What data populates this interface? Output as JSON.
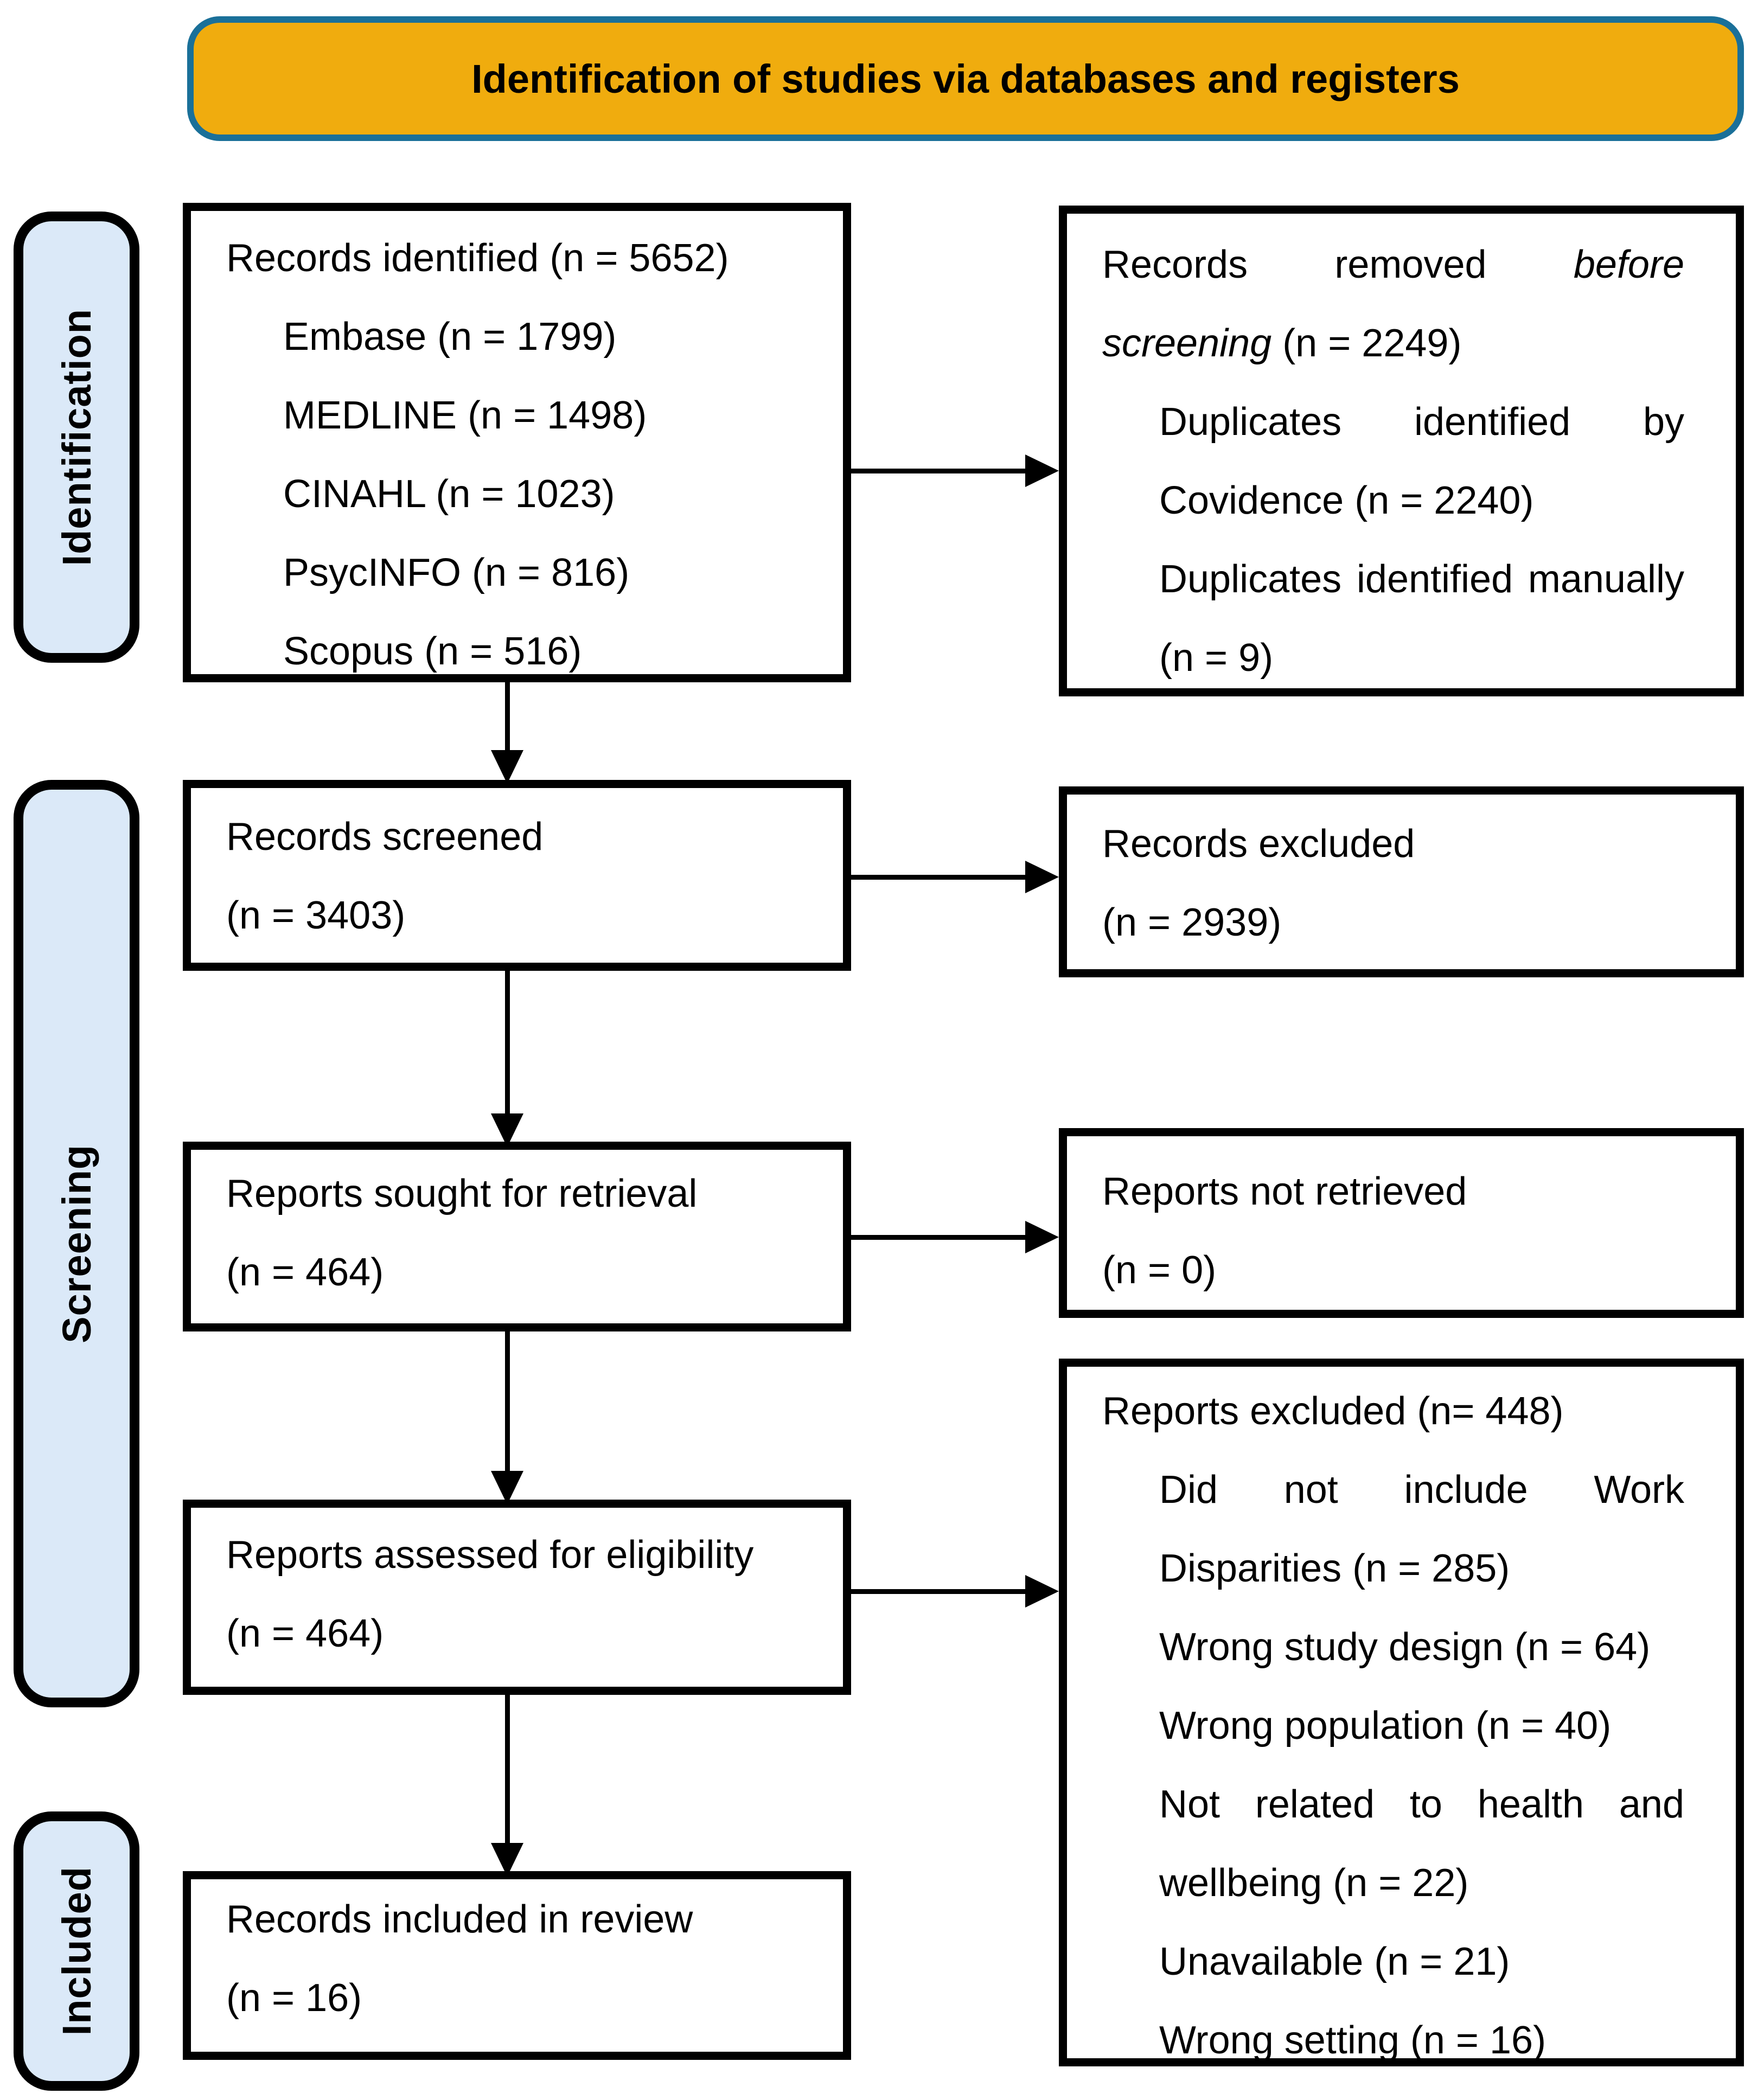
{
  "header": {
    "title": "Identification of studies via databases and registers"
  },
  "stages": {
    "identification": "Identification",
    "screening": "Screening",
    "included": "Included"
  },
  "colors": {
    "header_fill": "#F0AC0E",
    "header_border": "#1A7099",
    "stage_fill": "#DBE9F8",
    "box_border": "#000000",
    "arrow": "#000000"
  },
  "boxes": {
    "records_identified": {
      "title": "Records identified (n = 5652)",
      "sources": [
        "Embase (n = 1799)",
        "MEDLINE (n = 1498)",
        "CINAHL (n = 1023)",
        "PsycINFO (n = 816)",
        "Scopus (n = 516)"
      ]
    },
    "records_removed": {
      "prefix": "Records removed",
      "emphasis": "before screening",
      "suffix": "(n = 2249)",
      "reasons": [
        "Duplicates identified by Covidence (n = 2240)",
        "Duplicates identified manually (n = 9)"
      ]
    },
    "records_screened": {
      "title": "Records screened",
      "count": "(n = 3403)"
    },
    "records_excluded": {
      "title": "Records excluded",
      "count": "(n = 2939)"
    },
    "reports_sought": {
      "title": "Reports sought for retrieval",
      "count": "(n = 464)"
    },
    "reports_not_retrieved": {
      "title": "Reports not retrieved",
      "count": "(n = 0)"
    },
    "reports_assessed": {
      "title": "Reports assessed for eligibility",
      "count": "(n = 464)"
    },
    "reports_excluded": {
      "title": "Reports excluded (n= 448)",
      "reasons": [
        "Did not include Work Disparities (n = 285)",
        "Wrong study design (n = 64)",
        "Wrong population (n = 40)",
        "Not related to health and wellbeing (n = 22)",
        "Unavailable (n = 21)",
        "Wrong setting (n = 16)"
      ]
    },
    "records_included": {
      "title": "Records included in review",
      "count": "(n = 16)"
    }
  }
}
